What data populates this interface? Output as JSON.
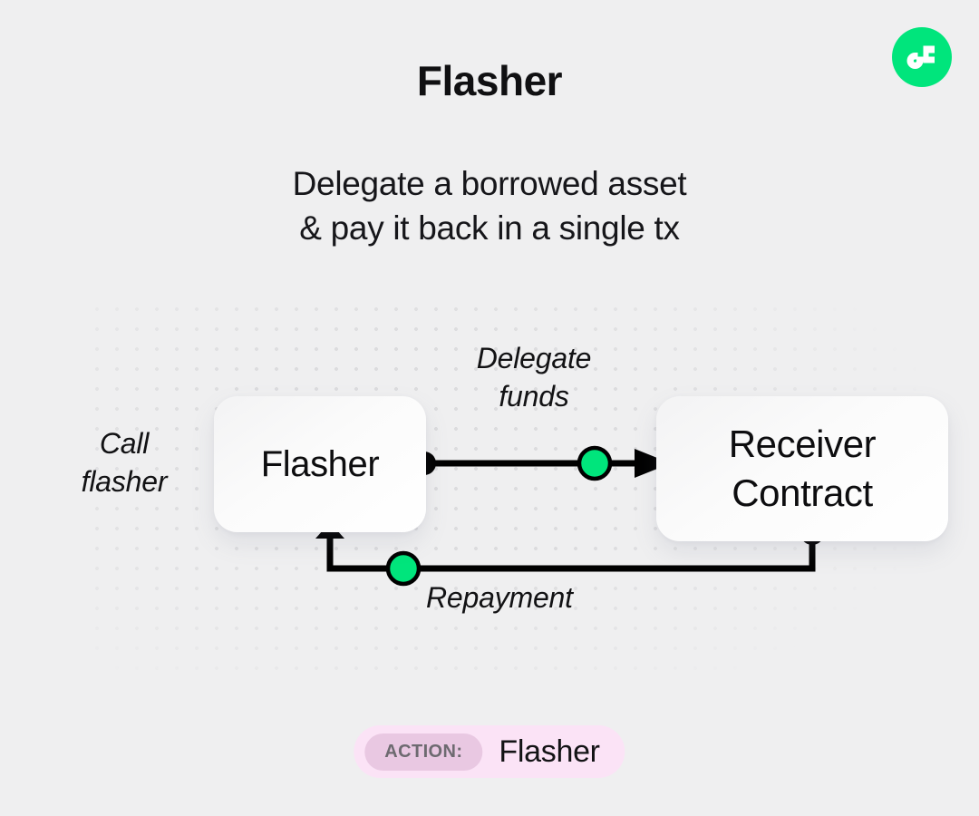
{
  "brand": {
    "logo_icon": "fluid-logo-icon",
    "accent_green": "#00e57c"
  },
  "header": {
    "title": "Flasher",
    "subtitle_line1": "Delegate a borrowed asset",
    "subtitle_line2": "& pay it back in a single tx"
  },
  "diagram": {
    "nodes": [
      {
        "id": "flasher",
        "label": "Flasher"
      },
      {
        "id": "receiver",
        "label_line1": "Receiver",
        "label_line2": "Contract"
      }
    ],
    "labels": {
      "call_flasher": "Call\nflasher",
      "delegate_funds": "Delegate\nfunds",
      "repayment": "Repayment"
    },
    "colors": {
      "node_fill": "#ffffff",
      "wire": "#000000",
      "token_dot": "#00e57c",
      "grid_dot": "#dcdcde",
      "background": "#efeff0"
    }
  },
  "footer": {
    "action_tag": "ACTION:",
    "action_value": "Flasher",
    "pill_bg": "#fbe3f6",
    "tag_bg": "#e9c8e2"
  }
}
